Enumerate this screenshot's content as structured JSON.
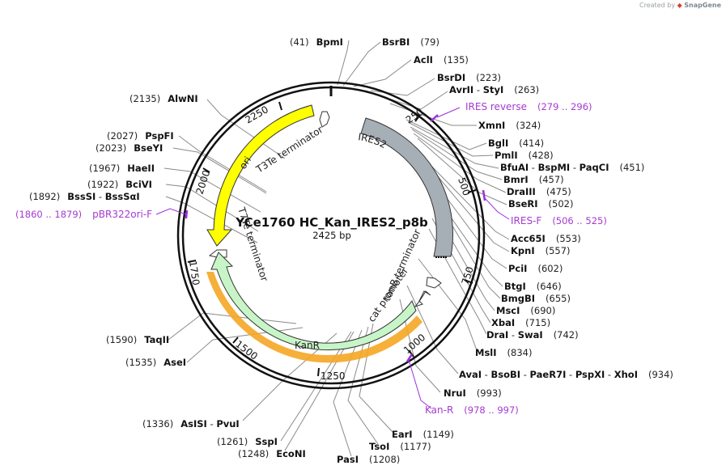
{
  "watermark": {
    "prefix": "Created by",
    "brand": "SnapGene"
  },
  "plasmid": {
    "name": "YCe1760 HC_Kan_IRES2_p8b",
    "length_label": "2425 bp"
  },
  "ticks": [
    "250",
    "500",
    "750",
    "1000",
    "1250",
    "1500",
    "1750",
    "2000",
    "2250"
  ],
  "sites": {
    "bpmi": {
      "num": "(41)",
      "name": "BpmI"
    },
    "bsrbi": {
      "name": "BsrBI",
      "num": "(79)"
    },
    "acli": {
      "name": "AclI",
      "num": "(135)"
    },
    "bsrdi": {
      "name": "BsrDI",
      "num": "(223)"
    },
    "avrii": {
      "name": "AvrII",
      "sep": " - ",
      "name2": "StyI",
      "num": "(263)"
    },
    "xmni": {
      "name": "XmnI",
      "num": "(324)"
    },
    "bgli": {
      "name": "BglI",
      "num": "(414)"
    },
    "pmli": {
      "name": "PmlI",
      "num": "(428)"
    },
    "bfuai": {
      "name": "BfuAI",
      "sep": " - ",
      "name2": "BspMI",
      "sep2": " - ",
      "name3": "PaqCI",
      "num": "(451)"
    },
    "bmri": {
      "name": "BmrI",
      "num": "(457)"
    },
    "draiii": {
      "name": "DraIII",
      "num": "(475)"
    },
    "bseri": {
      "name": "BseRI",
      "num": "(502)"
    },
    "acc65i": {
      "name": "Acc65I",
      "num": "(553)"
    },
    "kpni": {
      "name": "KpnI",
      "num": "(557)"
    },
    "pcii": {
      "name": "PciI",
      "num": "(602)"
    },
    "btgi": {
      "name": "BtgI",
      "num": "(646)"
    },
    "bmgbi": {
      "name": "BmgBI",
      "num": "(655)"
    },
    "msci": {
      "name": "MscI",
      "num": "(690)"
    },
    "xbai": {
      "name": "XbaI",
      "num": "(715)"
    },
    "drai": {
      "name": "DraI",
      "sep": " - ",
      "name2": "SwaI",
      "num": "(742)"
    },
    "msli": {
      "name": "MslI",
      "num": "(834)"
    },
    "avai": {
      "name": "AvaI",
      "sep": " - ",
      "name2": "BsoBI",
      "sep2": " - ",
      "name3": "PaeR7I",
      "sep3": " - ",
      "name4": "PspXI",
      "sep4": " - ",
      "name5": "XhoI",
      "num": "(934)"
    },
    "nrui": {
      "name": "NruI",
      "num": "(993)"
    },
    "eari": {
      "name": "EarI",
      "num": "(1149)"
    },
    "tsoi": {
      "name": "TsoI",
      "num": "(1177)"
    },
    "pasi": {
      "name": "PasI",
      "num": "(1208)"
    },
    "econi": {
      "num": "(1248)",
      "name": "EcoNI"
    },
    "sspi": {
      "num": "(1261)",
      "name": "SspI"
    },
    "aslsi": {
      "num": "(1336)",
      "name": "AsISI",
      "sep": " - ",
      "name2": "PvuI"
    },
    "asei": {
      "num": "(1535)",
      "name": "AseI"
    },
    "taqii": {
      "num": "(1590)",
      "name": "TaqII"
    },
    "bsssi": {
      "num": "(1892)",
      "name": "BssSI",
      "sep": " - ",
      "name2": "BssSαI"
    },
    "bcivi": {
      "num": "(1922)",
      "name": "BciVI"
    },
    "haeii": {
      "num": "(1967)",
      "name": "HaeII"
    },
    "bseyi": {
      "num": "(2023)",
      "name": "BseYI"
    },
    "pspfi": {
      "num": "(2027)",
      "name": "PspFI"
    },
    "alwni": {
      "num": "(2135)",
      "name": "AlwNI"
    }
  },
  "primers": {
    "ires_reverse": {
      "label": "IRES reverse",
      "range": "(279 .. 296)"
    },
    "ires_f": {
      "label": "IRES-F",
      "range": "(506 .. 525)"
    },
    "kan_r": {
      "label": "Kan-R",
      "range": "(978 .. 997)"
    },
    "pbr322ori_f": {
      "range": "(1860 .. 1879)",
      "label": "pBR322ori-F"
    }
  },
  "features": {
    "ires2": {
      "label": "IRES2",
      "color": "#a6aeb6"
    },
    "kanr": {
      "label": "KanR",
      "color": "#c8f5c8",
      "highlight": "#f5a623"
    },
    "ori": {
      "label": "ori",
      "color": "#ffff00"
    },
    "t3te": {
      "label": "T3Te terminator"
    },
    "t7te": {
      "label": "T7Te terminator"
    },
    "tonb": {
      "label": "tonB terminator"
    },
    "cat": {
      "label": "cat promoter"
    }
  },
  "colors": {
    "backbone": "#111111",
    "primer": "#9b30d9",
    "leader": "#8a8a8a"
  }
}
